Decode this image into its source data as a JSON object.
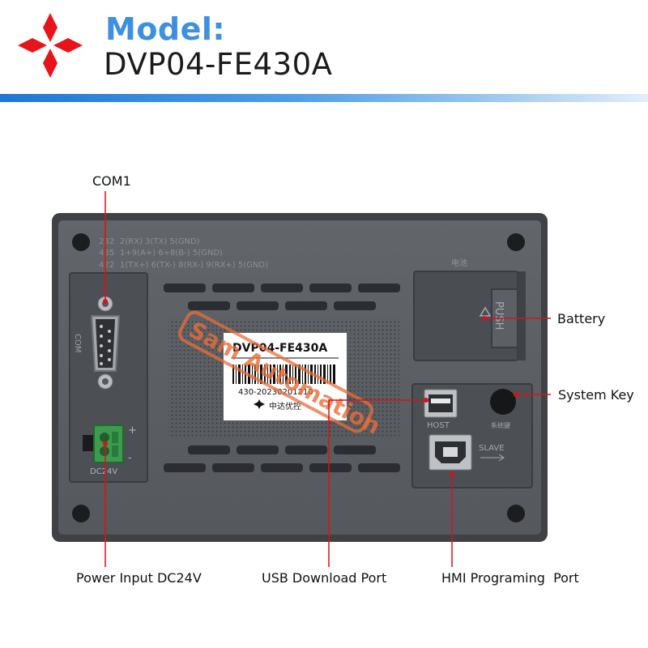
{
  "header": {
    "model_label": "Model:",
    "model_number": "DVP04-FE430A",
    "accent_color": "#3d8fe0",
    "logo_color": "#e8141c",
    "logo_icon": "four-diamond-logo-icon"
  },
  "device": {
    "body_color": "#55585c",
    "pinout": {
      "rs232": {
        "label": "232",
        "pins": "2(RX) 3(TX) 5(GND)"
      },
      "rs485": {
        "label": "485",
        "pins": "1+9(A+) 6+8(B-) 5(GND)"
      },
      "rs422": {
        "label": "422",
        "pins": "1(TX+) 6(TX-) 8(RX-) 9(RX+) 5(GND)"
      }
    },
    "com_port_label": "COM",
    "power_label": "DC24V",
    "power_plus": "+",
    "power_minus": "-",
    "battery_label": "电池",
    "push_label": "PUSH",
    "host_label": "HOST",
    "system_key_label": "系统键",
    "slave_label": "SLAVE",
    "sticker": {
      "model": "DVP04-FE430A",
      "serial": "430-20230201210",
      "brand": "中达优控"
    },
    "watermark": "Sam Automation"
  },
  "callouts": {
    "com1": "COM1",
    "battery": "Battery",
    "system_key": "System Key",
    "power_input": "Power Input DC24V",
    "usb_download": "USB Download Port",
    "hmi_programming": "HMI Programing  Port"
  }
}
